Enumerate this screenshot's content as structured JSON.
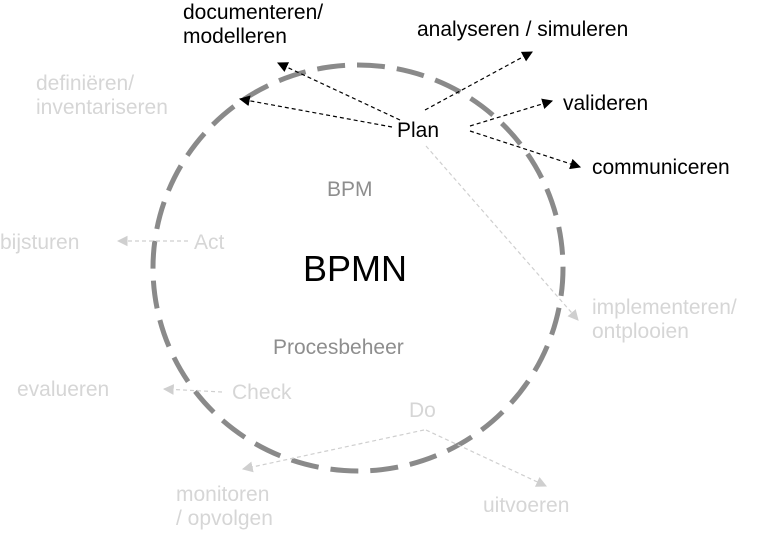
{
  "diagram": {
    "title": "BPMN",
    "subtitle_top": "BPM",
    "subtitle_bottom": "Procesbeheer",
    "phases": {
      "plan": "Plan",
      "do": "Do",
      "check": "Check",
      "act": "Act"
    },
    "plan_outputs": {
      "documenteren": [
        "documenteren/",
        "modelleren"
      ],
      "analyseren": "analyseren / simuleren",
      "valideren": "valideren",
      "communiceren": "communiceren",
      "definieren": [
        "definiëren/",
        "inventariseren"
      ],
      "implementeren": [
        "implementeren/",
        "ontplooien"
      ]
    },
    "do_outputs": {
      "monitoren": [
        "monitoren",
        "/ opvolgen"
      ],
      "uitvoeren": "uitvoeren"
    },
    "check_outputs": {
      "evalueren": "evalueren"
    },
    "act_outputs": {
      "bijsturen": "bijsturen"
    }
  },
  "colors": {
    "active": "#000000",
    "faded": "#d6d6d6",
    "circle": "#8a8a8a",
    "center_sub": "#8e8e8e"
  }
}
